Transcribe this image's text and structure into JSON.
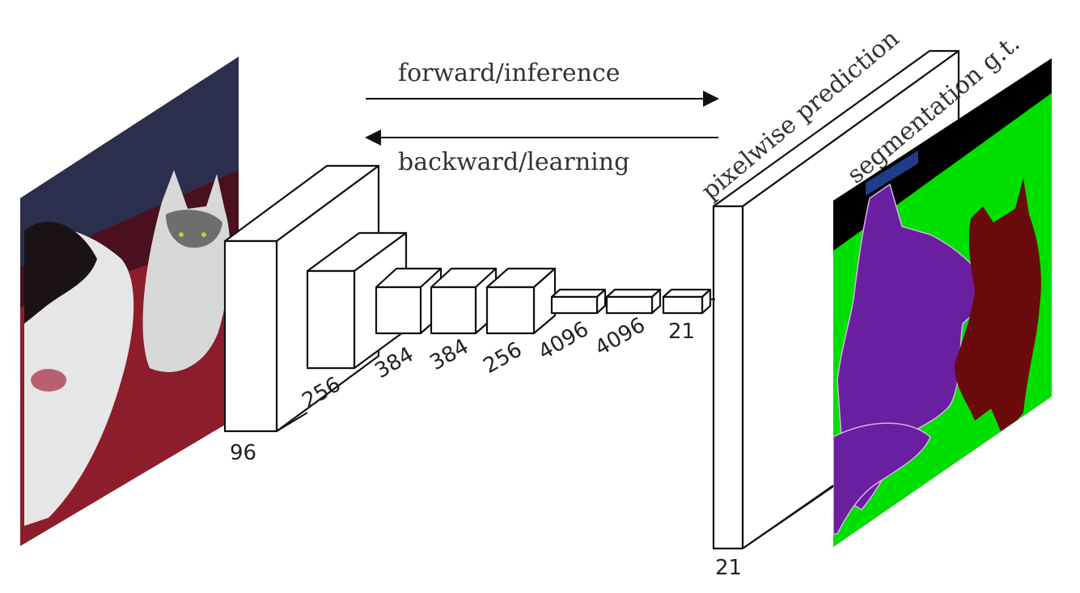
{
  "arrows": {
    "forward_label": "forward/inference",
    "backward_label": "backward/learning"
  },
  "network": {
    "layers": [
      {
        "label": "96"
      },
      {
        "label": "256"
      },
      {
        "label": "384"
      },
      {
        "label": "384"
      },
      {
        "label": "256"
      },
      {
        "label": "4096"
      },
      {
        "label": "4096"
      },
      {
        "label": "21"
      }
    ]
  },
  "prediction": {
    "label": "pixelwise prediction",
    "depth_label": "21"
  },
  "ground_truth": {
    "label": "segmentation g.t.",
    "colors": {
      "background": "#000000",
      "grass": "#00e000",
      "dog": "#6a1fa0",
      "cat": "#6b0a0a",
      "bar": "#1f3c88",
      "outline": "#d8b0e8"
    }
  },
  "input_image": {
    "colors": {
      "background_top": "#2a2d4a",
      "cushion": "#8a1f2a",
      "dark_red": "#5a0f1a"
    }
  }
}
